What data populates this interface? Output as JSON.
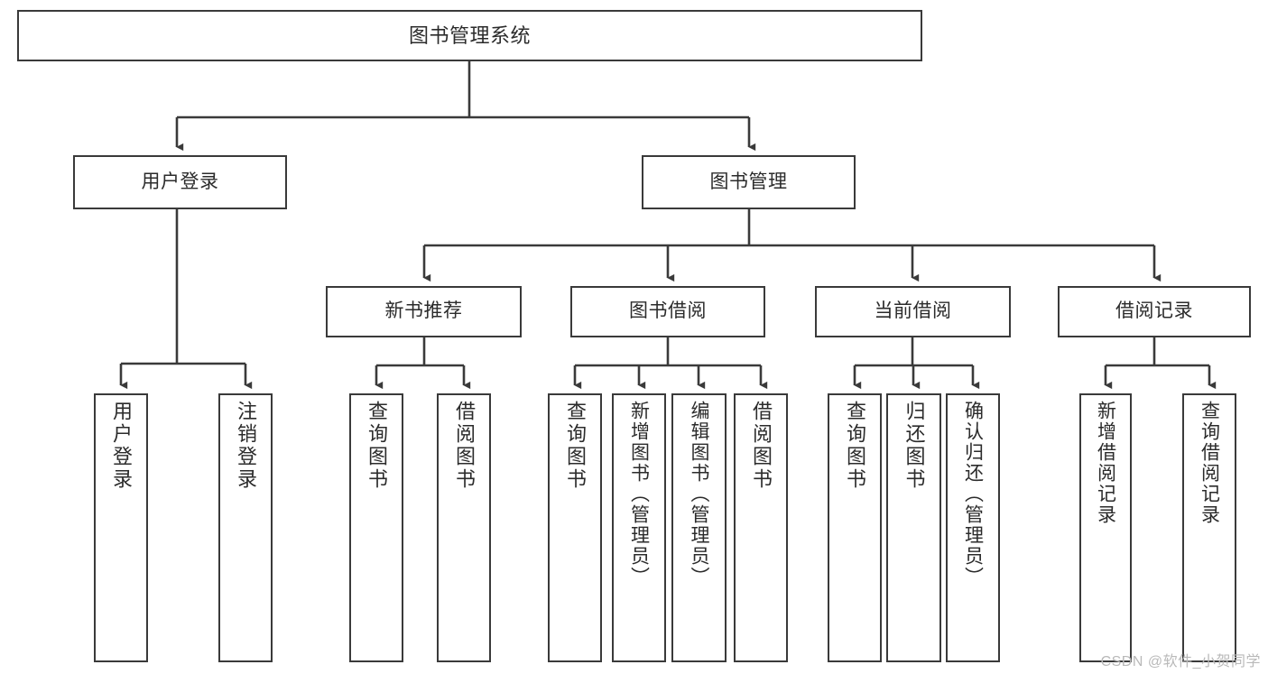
{
  "diagram": {
    "type": "tree-hierarchy-chart",
    "title": "图书管理系统",
    "watermark": "CSDN @软件_小贺同学",
    "colors": {
      "stroke": "#3a3a3a",
      "fill": "#ffffff",
      "text": "#2b2b2b",
      "watermark": "#b9b9b9"
    },
    "levels": {
      "root": {
        "label": "图书管理系统"
      },
      "level2": [
        {
          "label": "用户登录"
        },
        {
          "label": "图书管理"
        }
      ],
      "level3": [
        {
          "label": "新书推荐"
        },
        {
          "label": "图书借阅"
        },
        {
          "label": "当前借阅"
        },
        {
          "label": "借阅记录"
        }
      ]
    },
    "leaves": {
      "user_login": [
        {
          "label": "用户登录"
        },
        {
          "label": "注销登录"
        }
      ],
      "new_book_recommend": [
        {
          "label": "查询图书"
        },
        {
          "label": "借阅图书"
        }
      ],
      "book_borrow": [
        {
          "label": "查询图书"
        },
        {
          "label": "新增图书（管理员）"
        },
        {
          "label": "编辑图书（管理员）"
        },
        {
          "label": "借阅图书"
        }
      ],
      "current_borrow": [
        {
          "label": "查询图书"
        },
        {
          "label": "归还图书"
        },
        {
          "label": "确认归还（管理员）"
        }
      ],
      "borrow_records": [
        {
          "label": "新增借阅记录"
        },
        {
          "label": "查询借阅记录"
        }
      ]
    }
  }
}
